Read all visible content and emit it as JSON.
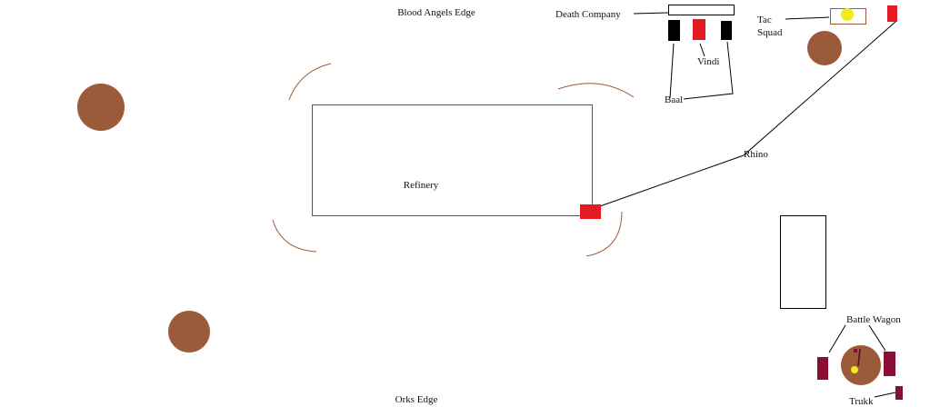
{
  "labels": {
    "blood_angels_edge": "Blood Angels Edge",
    "orks_edge": "Orks Edge",
    "death_company": "Death Company",
    "vindi": "Vindi",
    "baal": "Baal",
    "tac_line1": "Tac",
    "tac_line2": "Squad",
    "rhino": "Rhino",
    "refinery": "Refinery",
    "battle_wagon": "Battle Wagon",
    "trukk": "Trukk"
  },
  "colors": {
    "terrain": "#9b5a3a",
    "blood_angels": "#e41b23",
    "orks": "#8b0f35",
    "vehicle_dark": "#000000",
    "marker": "#f5e91c"
  }
}
